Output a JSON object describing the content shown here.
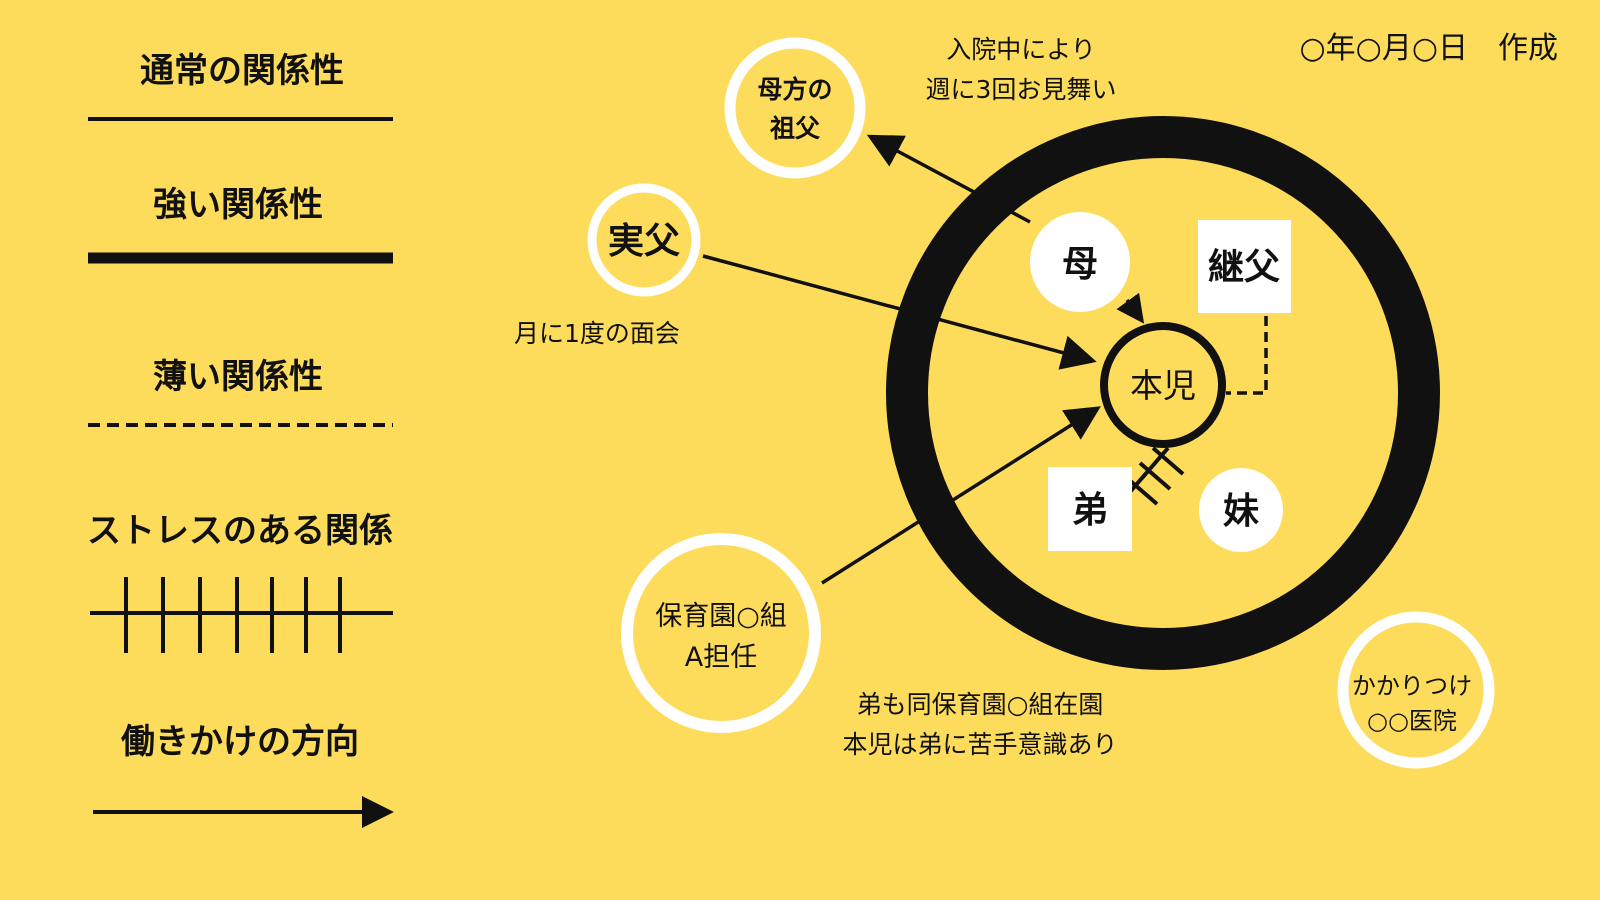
{
  "legend": {
    "normal": "通常の関係性",
    "strong": "強い関係性",
    "weak": "薄い関係性",
    "stress": "ストレスのある関係",
    "direction": "働きかけの方向"
  },
  "header": {
    "date": "○年○月○日　作成"
  },
  "nodes": {
    "mother": "母",
    "stepfather": "継父",
    "child": "本児",
    "younger_brother": "弟",
    "younger_sister": "妹",
    "maternal_grandfather": [
      "母方の",
      "祖父"
    ],
    "biological_father": "実父",
    "nursery": [
      "保育園○組",
      "A担任"
    ],
    "clinic": [
      "かかりつけ",
      "○○医院"
    ]
  },
  "notes": {
    "grandfather": [
      "入院中により",
      "週に3回お見舞い"
    ],
    "father": "月に1度の面会",
    "brother": [
      "弟も同保育園○組在園",
      "本児は弟に苦手意識あり"
    ]
  },
  "colors": {
    "background": "#FDDC5C",
    "line": "#111111",
    "node_fill": "#FFFFFF"
  }
}
